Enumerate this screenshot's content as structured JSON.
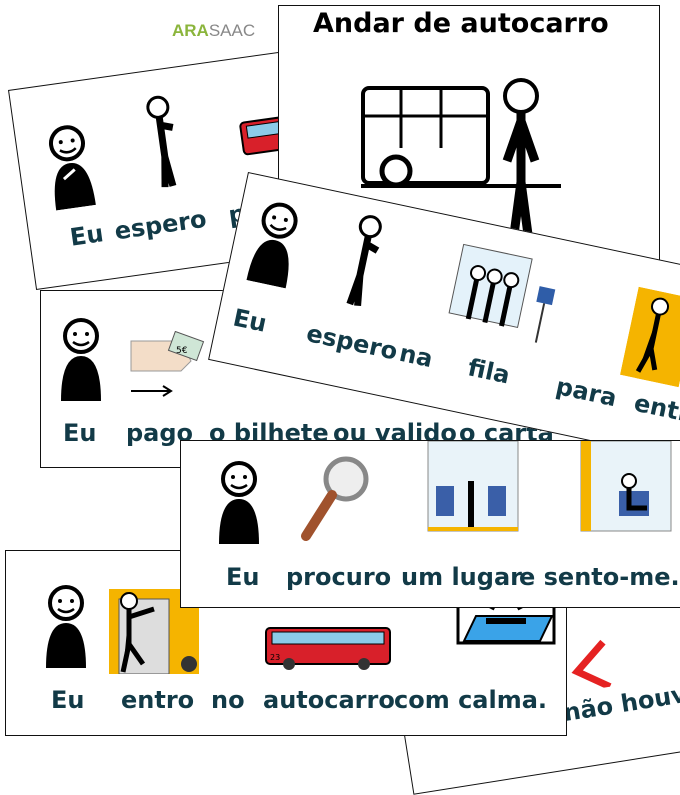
{
  "logo": {
    "part1": "ARA",
    "part2": "SAAC"
  },
  "colors": {
    "text": "#123a47",
    "bus_red": "#d8202a",
    "bus_window": "#8ccbe8",
    "mat_blue": "#3aa3e8",
    "door_orange": "#f5b400",
    "cross_red": "#e52222"
  },
  "title_card": {
    "title": "Andar de autocarro"
  },
  "card_wait_back": {
    "words": [
      "Eu",
      "espero",
      "pe"
    ]
  },
  "card_pay": {
    "words": [
      "Eu",
      "pago",
      "o bilhete",
      "ou valido",
      "o cartã"
    ]
  },
  "card_wait": {
    "words": [
      "Eu",
      "espero",
      "na",
      "fila",
      "para",
      "entrar"
    ]
  },
  "card_seat": {
    "words": [
      "Eu",
      "procuro",
      "um lugar",
      "e sento-me."
    ]
  },
  "card_none": {
    "words": [
      "não houve"
    ]
  },
  "card_enter": {
    "words": [
      "Eu",
      "entro",
      "no",
      "autocarro",
      "com calma."
    ]
  },
  "pictograms": {
    "bill_label": "5€",
    "bus_number": "23"
  }
}
